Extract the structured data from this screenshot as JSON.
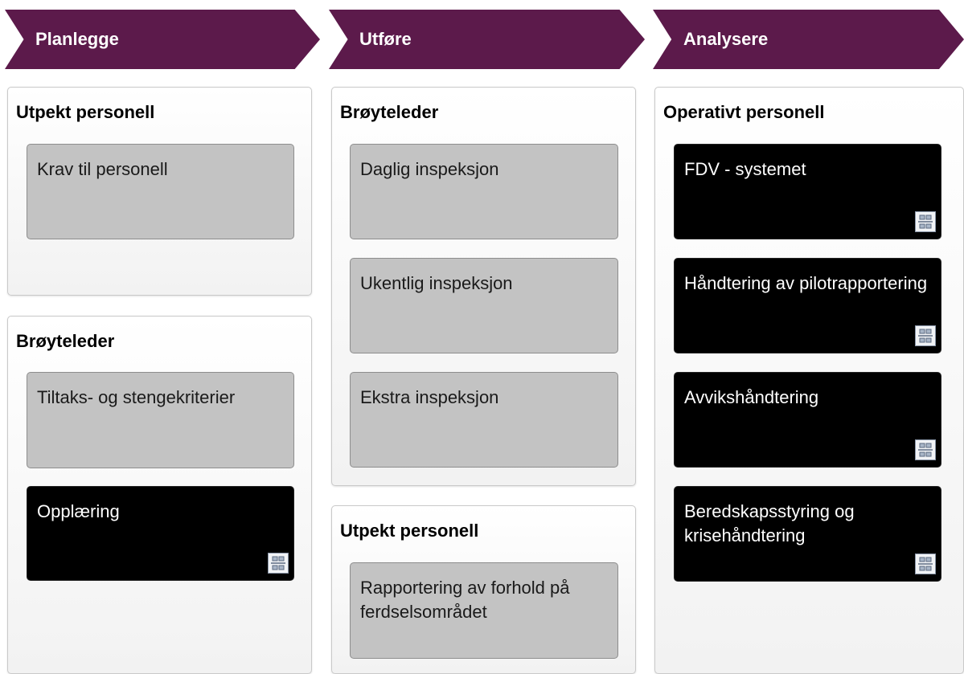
{
  "phases": [
    {
      "label": "Planlegge"
    },
    {
      "label": "Utføre"
    },
    {
      "label": "Analysere"
    }
  ],
  "panels": {
    "planlegge_utpekt": {
      "title": "Utpekt personell",
      "cards": [
        {
          "label": "Krav til personell",
          "style": "grey"
        }
      ]
    },
    "planlegge_broyteleder": {
      "title": "Brøyteleder",
      "cards": [
        {
          "label": "Tiltaks- og stengekriterier",
          "style": "grey"
        },
        {
          "label": "Opplæring",
          "style": "black",
          "icon": "subprocess-icon"
        }
      ]
    },
    "utfore_broyteleder": {
      "title": "Brøyteleder",
      "cards": [
        {
          "label": "Daglig inspeksjon",
          "style": "grey"
        },
        {
          "label": "Ukentlig inspeksjon",
          "style": "grey"
        },
        {
          "label": "Ekstra inspeksjon",
          "style": "grey"
        }
      ]
    },
    "utfore_utpekt": {
      "title": "Utpekt personell",
      "cards": [
        {
          "label": "Rapportering av forhold på ferdselsområdet",
          "style": "grey"
        }
      ]
    },
    "analysere_operativt": {
      "title": "Operativt personell",
      "cards": [
        {
          "label": "FDV - systemet",
          "style": "black",
          "icon": "subprocess-icon"
        },
        {
          "label": "Håndtering av pilotrapportering",
          "style": "black",
          "icon": "subprocess-icon"
        },
        {
          "label": "Avvikshåndtering",
          "style": "black",
          "icon": "subprocess-icon"
        },
        {
          "label": "Beredskapsstyring og krisehåndtering",
          "style": "black",
          "icon": "subprocess-icon"
        }
      ]
    }
  },
  "colors": {
    "phase_banner": "#5c1a4b",
    "card_grey": "#c3c3c3",
    "card_black": "#000000"
  }
}
